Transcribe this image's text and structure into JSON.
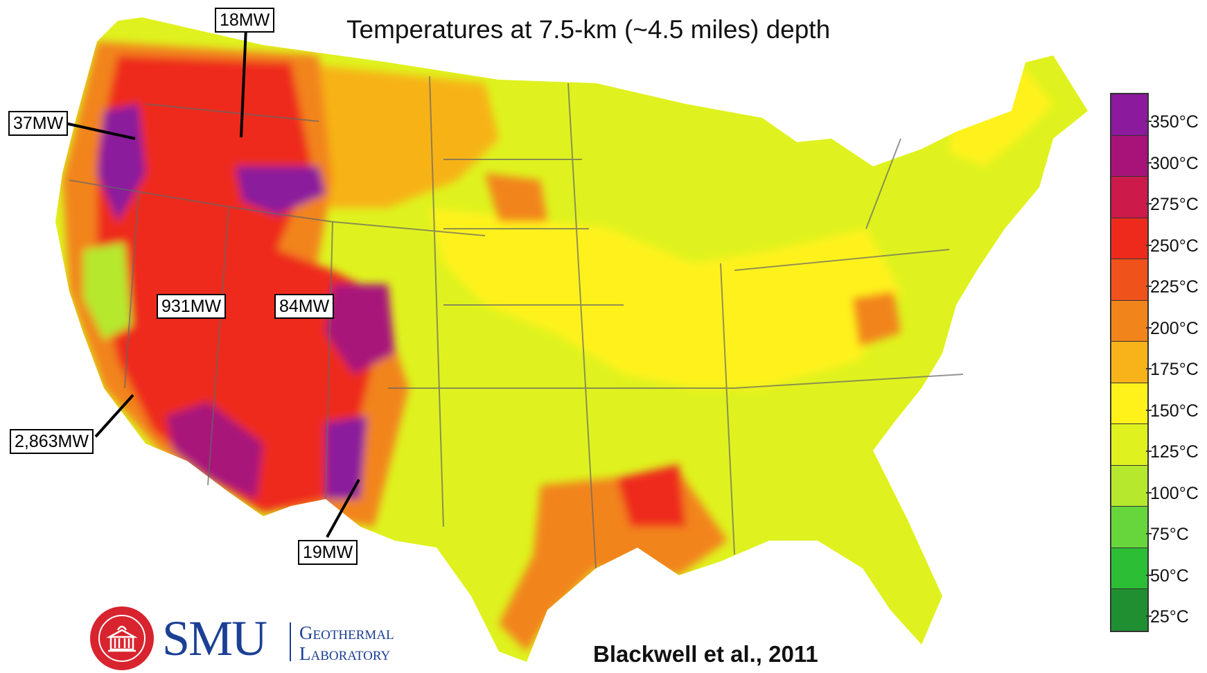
{
  "title": "Temperatures at 7.5-km (~4.5 miles) depth",
  "callouts": {
    "c18": "18MW",
    "c37": "37MW",
    "c931": "931MW",
    "c84": "84MW",
    "c2863": "2,863MW",
    "c19": "19MW"
  },
  "legend": {
    "labels": [
      "350°C",
      "300°C",
      "275°C",
      "250°C",
      "225°C",
      "200°C",
      "175°C",
      "150°C",
      "125°C",
      "100°C",
      "75°C",
      "50°C",
      "25°C"
    ],
    "colors": [
      "#8b1a9c",
      "#a8137a",
      "#cc1a4a",
      "#ee2a1c",
      "#f0521c",
      "#f2841c",
      "#f7b319",
      "#fff21a",
      "#dff21f",
      "#b6e82d",
      "#66d63c",
      "#2cbf36",
      "#1f8f32"
    ]
  },
  "logo": {
    "name": "SMU",
    "dept_line1": "Geothermal",
    "dept_line2": "Laboratory"
  },
  "citation": "Blackwell et al., 2011"
}
